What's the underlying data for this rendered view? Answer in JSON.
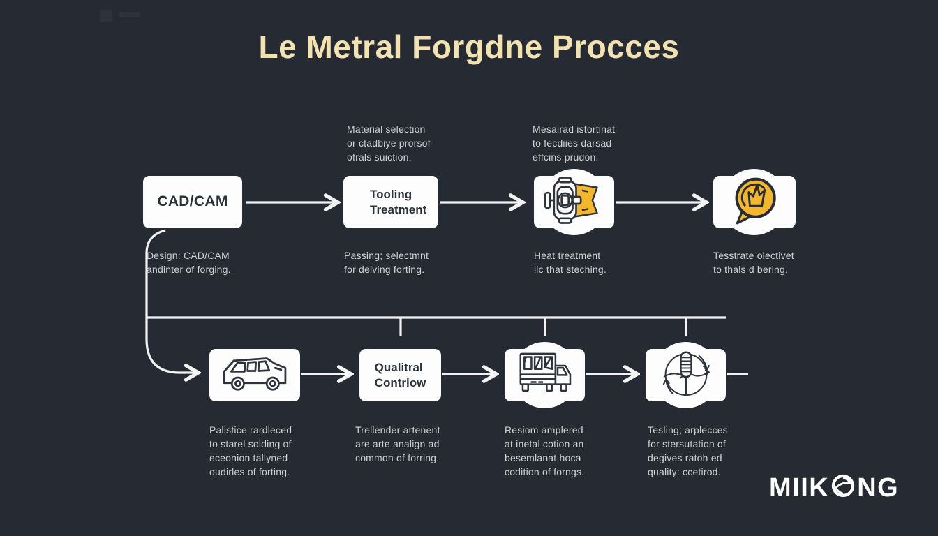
{
  "title": "Le Metral Forgdne Procces",
  "colors": {
    "background": "#262b33",
    "panel": "#fdfdfd",
    "accent_yellow": "#f4b62a",
    "title_text": "#f2e2b0",
    "caption_text": "#cdd0d5",
    "dark_text": "#2b313a",
    "line": "#f3f3f3"
  },
  "row1": {
    "notes": [
      "Material selection\nor ctadbiye prorsof\nofrals suiction.",
      "Mesairad istortinat\nto fecdiies darsad\neffcins prudon."
    ],
    "steps": [
      {
        "label": "CAD/CAM",
        "icon": "",
        "caption": "Design: CAD/CAM\nandinter of forging."
      },
      {
        "label": "Tooling\nTreatment",
        "icon": "",
        "caption": "Passing; selectmnt\nfor delving forting."
      },
      {
        "label": "",
        "icon": "forging-machine-icon",
        "caption": "Heat treatment\niic that steching."
      },
      {
        "label": "",
        "icon": "quality-badge-icon",
        "caption": "Tesstrate olectivet\nto thals d bering."
      }
    ]
  },
  "row2": {
    "steps": [
      {
        "label": "",
        "icon": "delivery-van-icon",
        "caption": "Palistice rardleced\nto starel solding of\neceonion tallyned\noudirles of forting."
      },
      {
        "label": "Qualitral\nContriow",
        "icon": "",
        "caption": "Trellender artenent\nare arte analign ad\ncommon of forring."
      },
      {
        "label": "",
        "icon": "cargo-truck-icon",
        "caption": "Resiom amplered\nat inetal cotion an\nbesemlanat hoca\ncodition of forngs."
      },
      {
        "label": "",
        "icon": "microphone-cycle-icon",
        "caption": "Tesling; arplecces\nfor stersutation of\ndegives ratoh ed\nquality: ccetirod."
      }
    ]
  },
  "logo": {
    "text_left": "MIIK",
    "text_right": "NG",
    "o_icon": "swirl-globe-icon"
  }
}
